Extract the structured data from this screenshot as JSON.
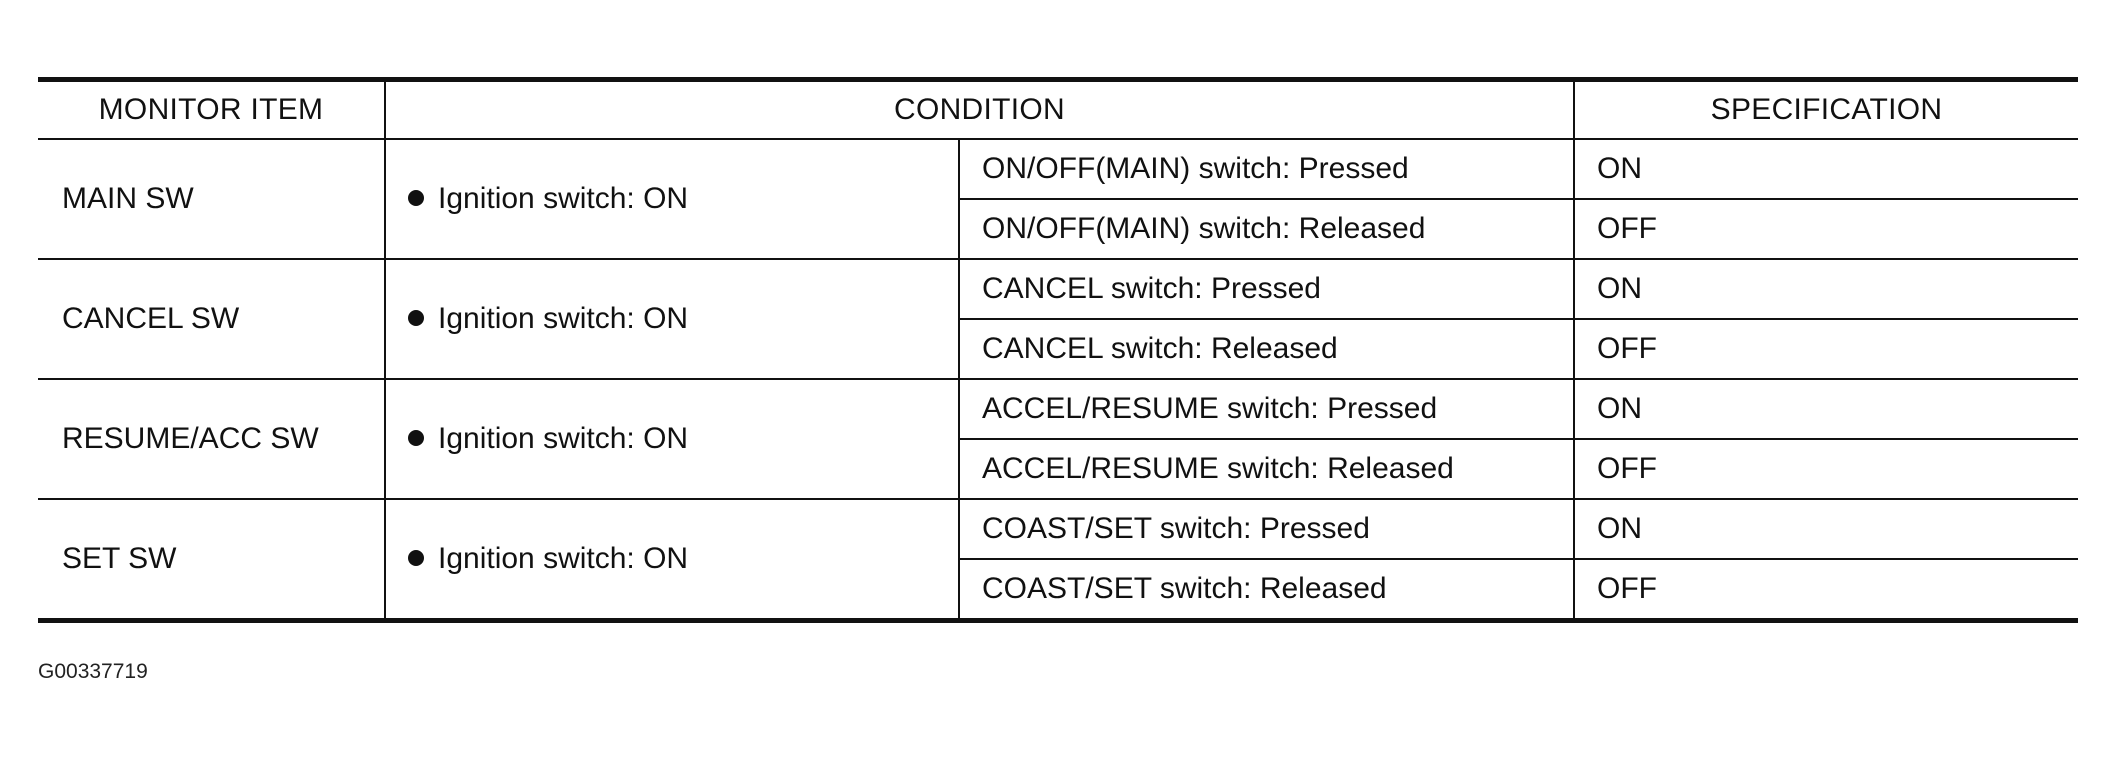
{
  "table": {
    "headers": {
      "monitor_item": "MONITOR ITEM",
      "condition": "CONDITION",
      "specification": "SPECIFICATION"
    },
    "groups": [
      {
        "item": "MAIN SW",
        "condition": "Ignition switch: ON",
        "rows": [
          {
            "detail": "ON/OFF(MAIN) switch: Pressed",
            "spec": "ON"
          },
          {
            "detail": "ON/OFF(MAIN) switch: Released",
            "spec": "OFF"
          }
        ]
      },
      {
        "item": "CANCEL SW",
        "condition": "Ignition switch: ON",
        "rows": [
          {
            "detail": "CANCEL switch: Pressed",
            "spec": "ON"
          },
          {
            "detail": "CANCEL switch: Released",
            "spec": "OFF"
          }
        ]
      },
      {
        "item": "RESUME/ACC SW",
        "condition": "Ignition switch: ON",
        "rows": [
          {
            "detail": "ACCEL/RESUME switch: Pressed",
            "spec": "ON"
          },
          {
            "detail": "ACCEL/RESUME switch: Released",
            "spec": "OFF"
          }
        ]
      },
      {
        "item": "SET SW",
        "condition": "Ignition switch: ON",
        "rows": [
          {
            "detail": "COAST/SET switch: Pressed",
            "spec": "ON"
          },
          {
            "detail": "COAST/SET switch: Released",
            "spec": "OFF"
          }
        ]
      }
    ]
  },
  "caption": "G00337719"
}
